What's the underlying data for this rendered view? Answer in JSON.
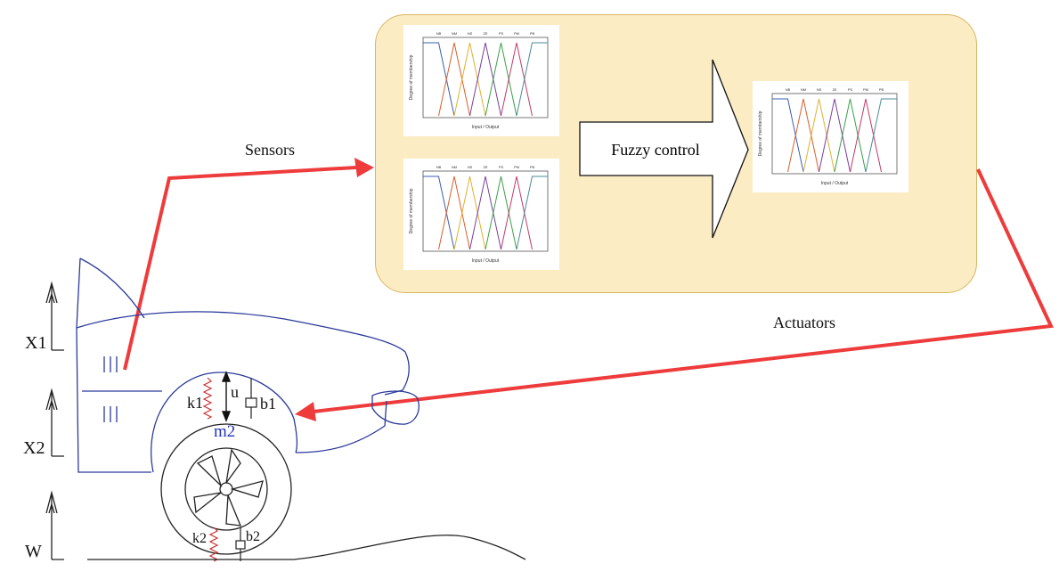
{
  "labels": {
    "sensors": "Sensors",
    "actuators": "Actuators",
    "controller": "Fuzzy control",
    "x1": "X1",
    "x2": "X2",
    "w": "W",
    "k1": "k1",
    "b1": "b1",
    "u": "u",
    "m2": "m2",
    "k2": "k2",
    "b2": "b2"
  },
  "membership_plots": {
    "yaxis_label": "Degree of membership",
    "xaxis_label": "Input / Output",
    "set_labels": [
      "NB",
      "NM",
      "NS",
      "ZE",
      "PS",
      "PM",
      "PB"
    ]
  },
  "colors": {
    "panel_fill": "#fbecc4",
    "panel_border": "#d9b660",
    "signal_arrow": "#ee3b3b",
    "car_outline": "#2b3a9a",
    "m2_text": "#2233bb",
    "spring": "#cc3333",
    "mf_curves": [
      "#3b5db0",
      "#d95f2b",
      "#e0b030",
      "#7a3fa0",
      "#3aa04a",
      "#c23a6a",
      "#4b8a9a"
    ]
  }
}
